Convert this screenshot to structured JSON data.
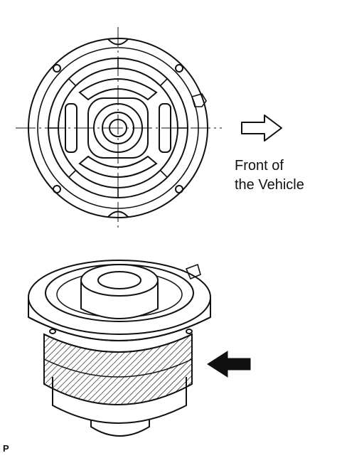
{
  "labels": {
    "front_line1": "Front of",
    "front_line2": "the Vehicle",
    "figure_code": "P"
  },
  "colors": {
    "ink": "#111111",
    "background": "#ffffff"
  },
  "icons": {
    "direction_arrow": "outlined-right-arrow",
    "install_arrow": "filled-left-arrow"
  }
}
